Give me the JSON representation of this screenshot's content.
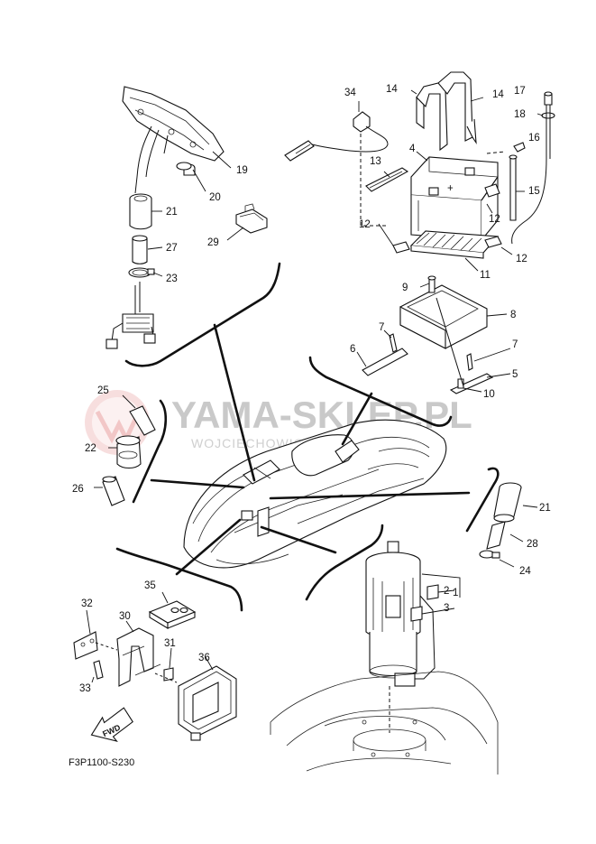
{
  "watermark": {
    "title": "YAMA-SKLEP.PL",
    "subtitle": "WOJCIECHOWICZ ... ER YAMAHA",
    "color": "#d9d9d9",
    "logo_color": "#f2c4c4"
  },
  "diagram_code": "F3P1100-S230",
  "fwd_label": "FWD",
  "part_numbers": {
    "p1": "1",
    "p2": "2",
    "p3": "3",
    "p4": "4",
    "p5": "5",
    "p6": "6",
    "p7a": "7",
    "p7b": "7",
    "p8": "8",
    "p9": "9",
    "p10": "10",
    "p11": "11",
    "p12a": "12",
    "p12b": "12",
    "p12c": "12",
    "p13": "13",
    "p14a": "14",
    "p14b": "14",
    "p15": "15",
    "p16": "16",
    "p17": "17",
    "p18": "18",
    "p19": "19",
    "p20": "20",
    "p21a": "21",
    "p21b": "21",
    "p22": "22",
    "p23": "23",
    "p24": "24",
    "p25": "25",
    "p26": "26",
    "p27": "27",
    "p28": "28",
    "p29": "29",
    "p30": "30",
    "p31": "31",
    "p32": "32",
    "p33": "33",
    "p34": "34",
    "p35": "35",
    "p36": "36"
  }
}
